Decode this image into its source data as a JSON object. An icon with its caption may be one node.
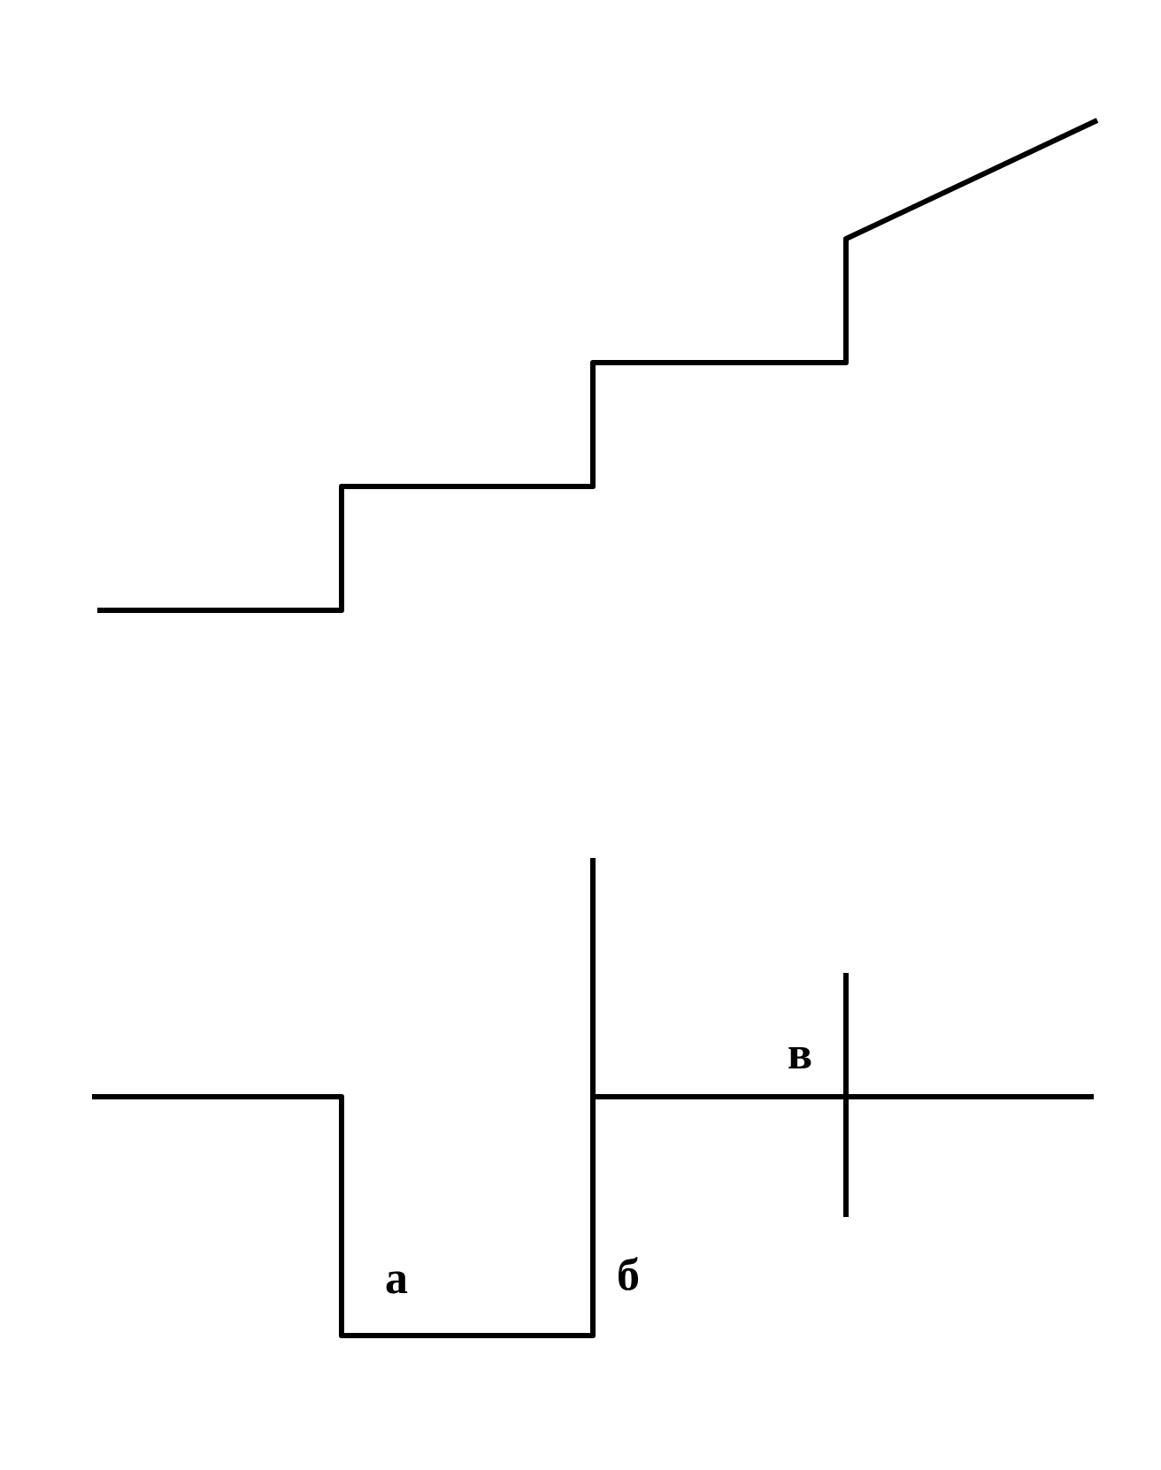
{
  "diagram": {
    "labels": [
      "в",
      "а",
      "б"
    ]
  }
}
